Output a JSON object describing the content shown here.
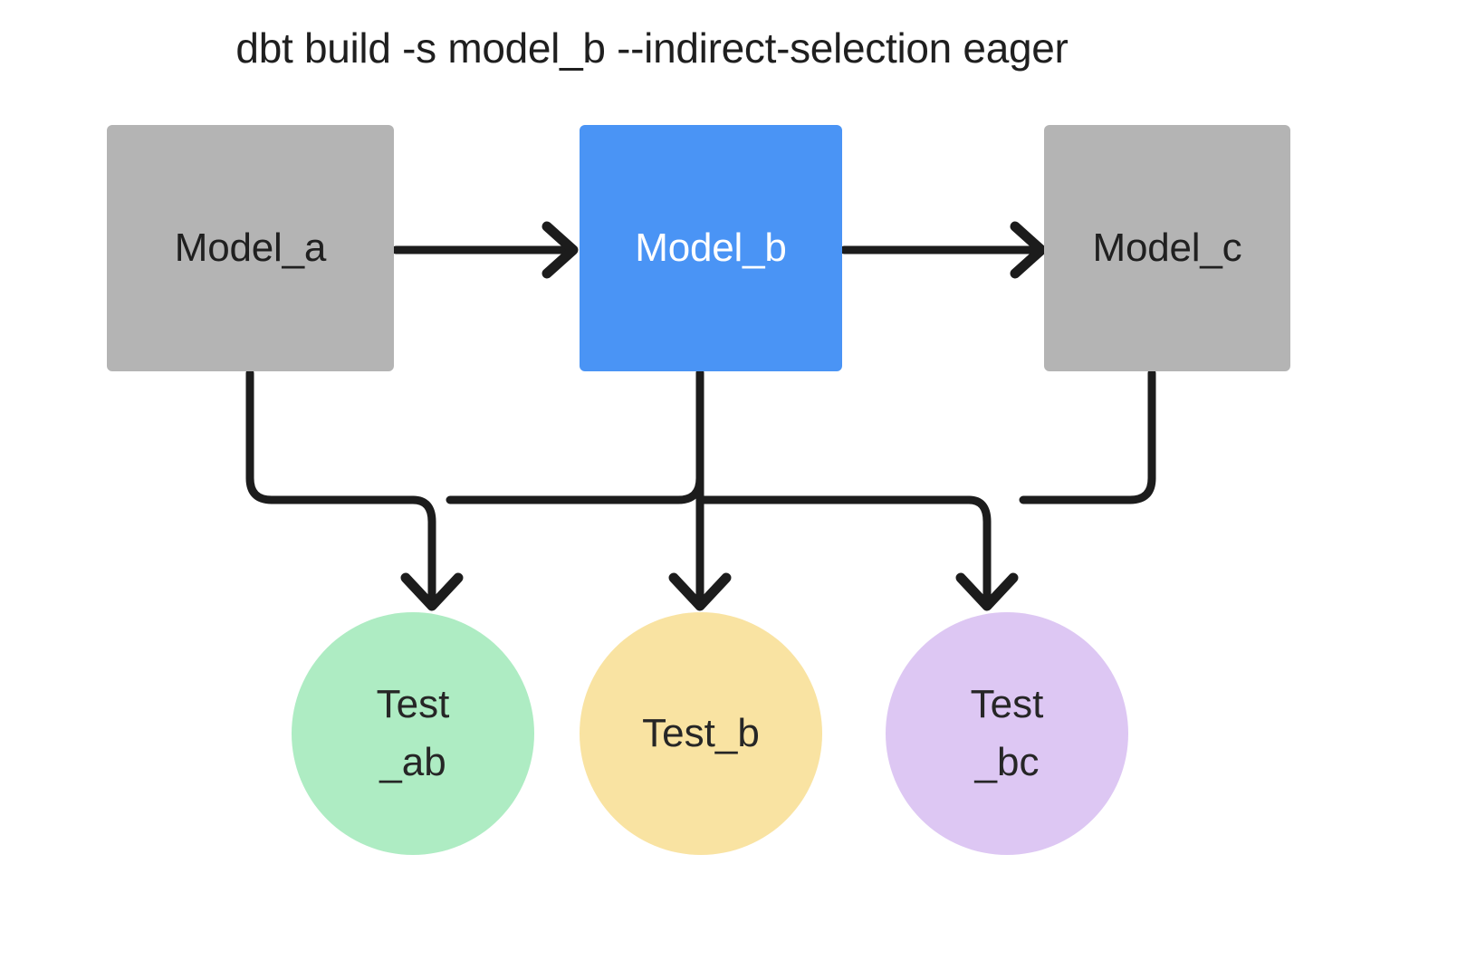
{
  "diagram": {
    "title": "dbt build -s model_b --indirect-selection eager",
    "type": "dag",
    "background_color": "#ffffff",
    "edge_color": "#1c1c1c",
    "models": [
      {
        "id": "model_a",
        "label": "Model_a",
        "shape": "rectangle",
        "fill": "#b4b4b4",
        "text_color": "#202020",
        "selected": false
      },
      {
        "id": "model_b",
        "label": "Model_b",
        "shape": "rectangle",
        "fill": "#4a94f5",
        "text_color": "#ffffff",
        "selected": true
      },
      {
        "id": "model_c",
        "label": "Model_c",
        "shape": "rectangle",
        "fill": "#b4b4b4",
        "text_color": "#202020",
        "selected": false
      }
    ],
    "tests": [
      {
        "id": "test_ab",
        "label": "Test_ab",
        "line1": "Test",
        "line2": "_ab",
        "shape": "circle",
        "fill": "#aeecc3",
        "text_color": "#262626"
      },
      {
        "id": "test_b",
        "label": "Test_b",
        "line1": "Test_b",
        "line2": "",
        "shape": "circle",
        "fill": "#f9e3a2",
        "text_color": "#262626"
      },
      {
        "id": "test_bc",
        "label": "Test_bc",
        "line1": "Test",
        "line2": "_bc",
        "shape": "circle",
        "fill": "#ddc7f3",
        "text_color": "#262626"
      }
    ],
    "edges": [
      {
        "id": "a-to-b",
        "from": "model_a",
        "to": "model_b",
        "arrow": true
      },
      {
        "id": "b-to-c",
        "from": "model_b",
        "to": "model_c",
        "arrow": true
      },
      {
        "id": "a-to-test-ab",
        "from": "model_a",
        "to": "test_ab",
        "arrow": true
      },
      {
        "id": "b-to-test-ab",
        "from": "model_b",
        "to": "test_ab",
        "arrow": true
      },
      {
        "id": "b-to-test-b",
        "from": "model_b",
        "to": "test_b",
        "arrow": true
      },
      {
        "id": "b-to-test-bc",
        "from": "model_b",
        "to": "test_bc",
        "arrow": true
      },
      {
        "id": "c-to-test-bc",
        "from": "model_c",
        "to": "test_bc",
        "arrow": true
      }
    ]
  }
}
